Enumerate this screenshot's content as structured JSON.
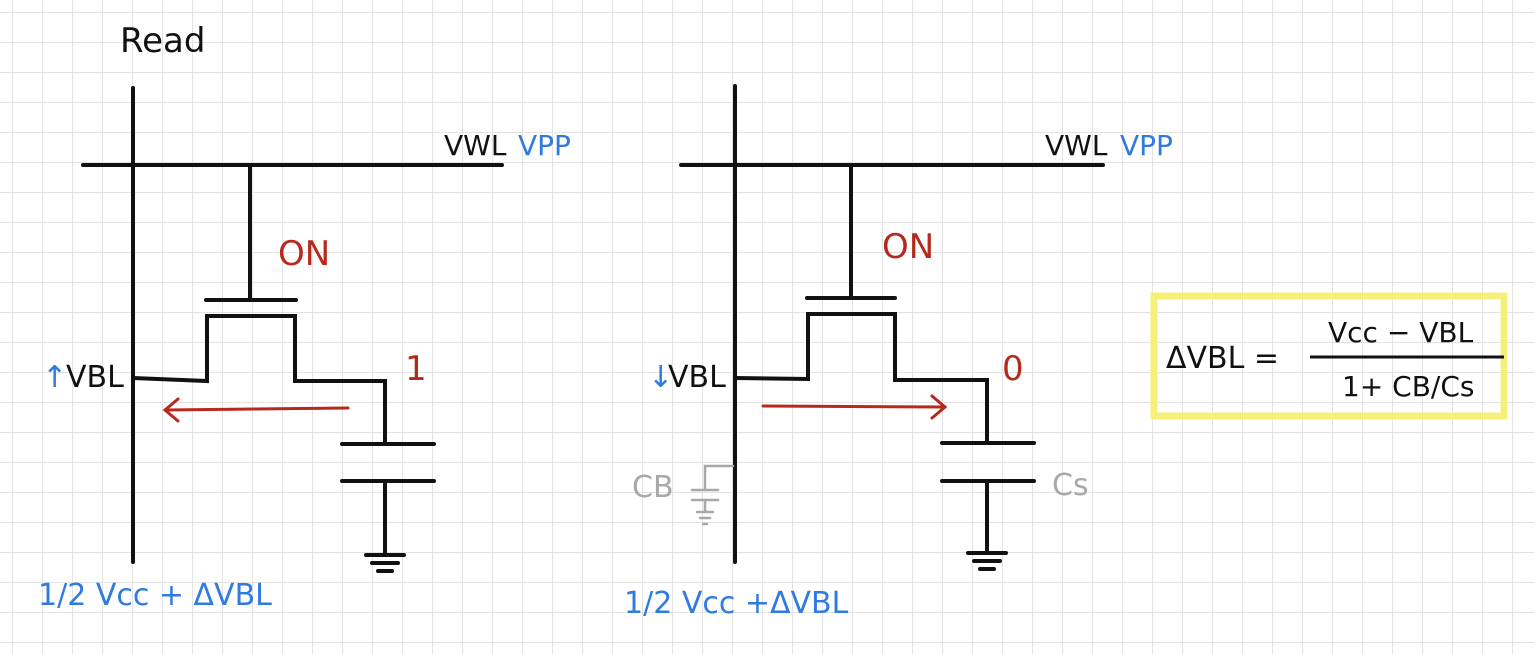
{
  "title": "Read",
  "colors": {
    "ink": "#111111",
    "blue": "#2f7be0",
    "red": "#b52a1c",
    "gray": "#a8a8a8",
    "highlight": "#f6f07a"
  },
  "circuit_1": {
    "wordline_label": "VWL",
    "wordline_value": "VPP",
    "transistor_state": "ON",
    "stored_bit": "1",
    "bitline_arrow": "↑",
    "bitline_label": "VBL",
    "bitline_result": "1/2 Vcc + ΔVBL"
  },
  "circuit_2": {
    "wordline_label": "VWL",
    "wordline_value": "VPP",
    "transistor_state": "ON",
    "stored_bit": "0",
    "bitline_arrow": "↓",
    "bitline_label": "VBL",
    "bitline_result": "1/2 Vcc +ΔVBL",
    "bitline_cap_label": "CB",
    "cell_cap_label": "Cs"
  },
  "formula": {
    "lhs": "ΔVBL =",
    "numerator": "Vcc − VBL",
    "denominator": "1+ CB/Cs"
  }
}
